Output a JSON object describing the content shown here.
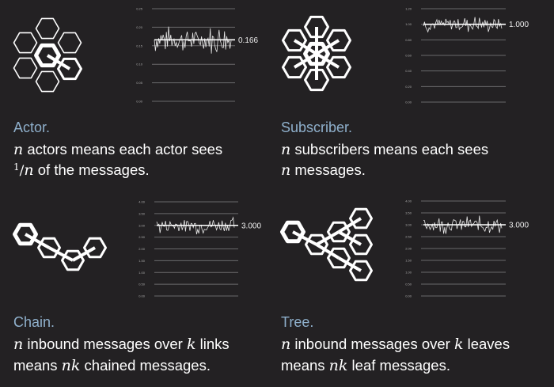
{
  "colors": {
    "background": "#232123",
    "title": "#8fb0cc",
    "text": "#ffffff",
    "grid": "#6a696b"
  },
  "panels": [
    {
      "title": "Actor.",
      "line1": {
        "var": "n",
        "text": " actors means each actor sees"
      },
      "line2": {
        "num": "1",
        "slash": "/",
        "var": "n",
        "text": " of the messages."
      }
    },
    {
      "title": "Subscriber.",
      "line1": {
        "var": "n",
        "text": " subscribers means each sees"
      },
      "line2": {
        "var": "n",
        "text": " messages."
      }
    },
    {
      "title": "Chain.",
      "line1": {
        "var": "n",
        "text": " inbound messages over ",
        "var2": "k",
        "text2": " links"
      },
      "line2": {
        "pre": "means ",
        "var": "nk",
        "text": " chained messages."
      }
    },
    {
      "title": "Tree.",
      "line1": {
        "var": "n",
        "text": " inbound messages over ",
        "var2": "k",
        "text2": " leaves"
      },
      "line2": {
        "pre": "means ",
        "var": "nk",
        "text": " leaf messages."
      }
    }
  ],
  "chart_data": [
    {
      "type": "line",
      "name": "actor",
      "ylim": [
        0,
        0.25
      ],
      "yticks": [
        "0.00",
        "0.05",
        "0.10",
        "0.15",
        "0.20",
        "0.25"
      ],
      "mean": 0.166,
      "mean_label": "0.166",
      "noise_amplitude": 0.03
    },
    {
      "type": "line",
      "name": "subscriber",
      "ylim": [
        0,
        1.2
      ],
      "yticks": [
        "0.00",
        "0.20",
        "0.40",
        "0.60",
        "0.80",
        "1.00",
        "1.20"
      ],
      "mean": 1.0,
      "mean_label": "1.000",
      "noise_amplitude": 0.09
    },
    {
      "type": "line",
      "name": "chain",
      "ylim": [
        0,
        4
      ],
      "yticks": [
        "0.00",
        "0.50",
        "1.00",
        "1.50",
        "2.00",
        "2.50",
        "3.00",
        "3.50",
        "4.00"
      ],
      "mean": 3.0,
      "mean_label": "3.000",
      "noise_amplitude": 0.3
    },
    {
      "type": "line",
      "name": "tree",
      "ylim": [
        0,
        4
      ],
      "yticks": [
        "0.00",
        "0.50",
        "1.00",
        "1.50",
        "2.00",
        "2.50",
        "3.00",
        "3.50",
        "4.00"
      ],
      "mean": 3.0,
      "mean_label": "3.000",
      "noise_amplitude": 0.3
    }
  ]
}
